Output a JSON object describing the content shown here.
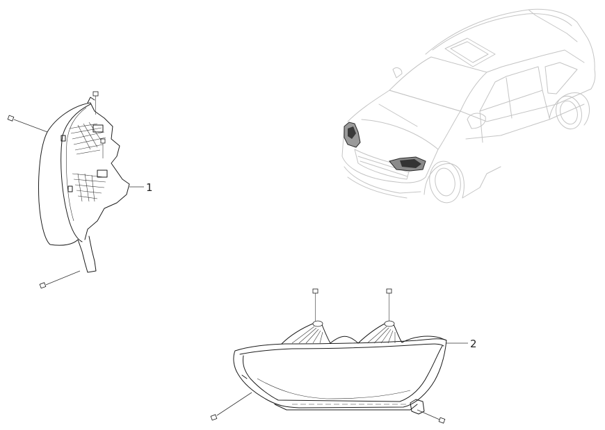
{
  "callouts": [
    {
      "id": "1",
      "label": "1"
    },
    {
      "id": "2",
      "label": "2"
    }
  ],
  "colors": {
    "part_stroke": "#1a1a1a",
    "vehicle_stroke": "#c4c4c4",
    "highlight_fill": "#4a4a4a",
    "background": "#ffffff"
  },
  "icons": [
    "headlamp-left-icon",
    "headlamp-right-icon",
    "vehicle-outline-icon",
    "bolt-icon"
  ]
}
